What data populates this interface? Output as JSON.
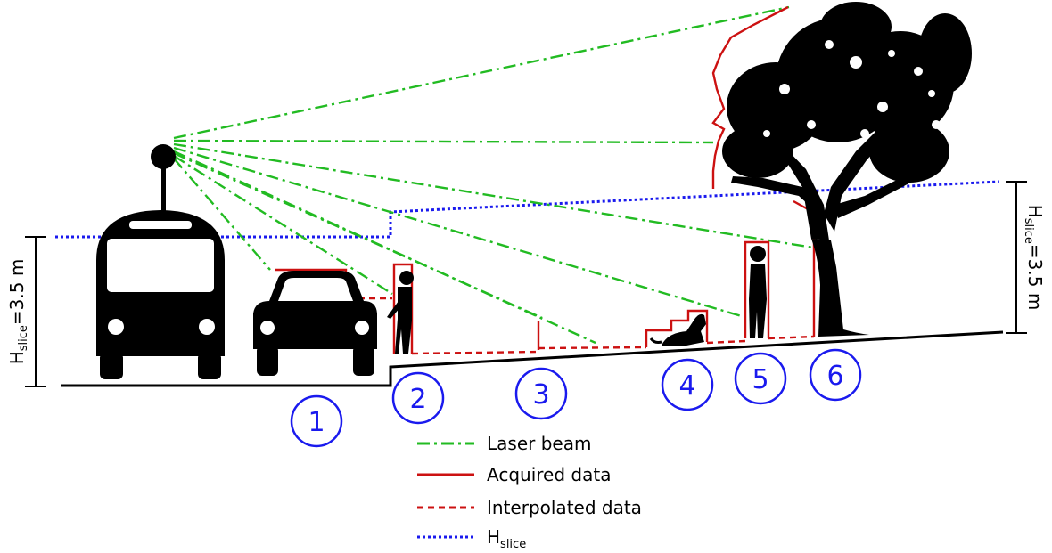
{
  "markers": [
    "1",
    "2",
    "3",
    "4",
    "5",
    "6"
  ],
  "height_label": {
    "main": "H",
    "sub": "slice",
    "rest": "=3.5 m"
  },
  "legend": {
    "laser": "Laser beam",
    "acquired": "Acquired data",
    "interpolated": "Interpolated data",
    "hslice_main": "H",
    "hslice_sub": "slice"
  },
  "colors": {
    "laser": "#22bb22",
    "acquired": "#cc1111",
    "interpolated": "#cc1111",
    "hslice": "#1a1aee",
    "marker": "#1a1aee",
    "silhouette": "#000000"
  },
  "icons": [
    "bus-icon",
    "car-icon",
    "person-icon",
    "dog-icon",
    "tree-icon",
    "lidar-sensor-icon"
  ]
}
